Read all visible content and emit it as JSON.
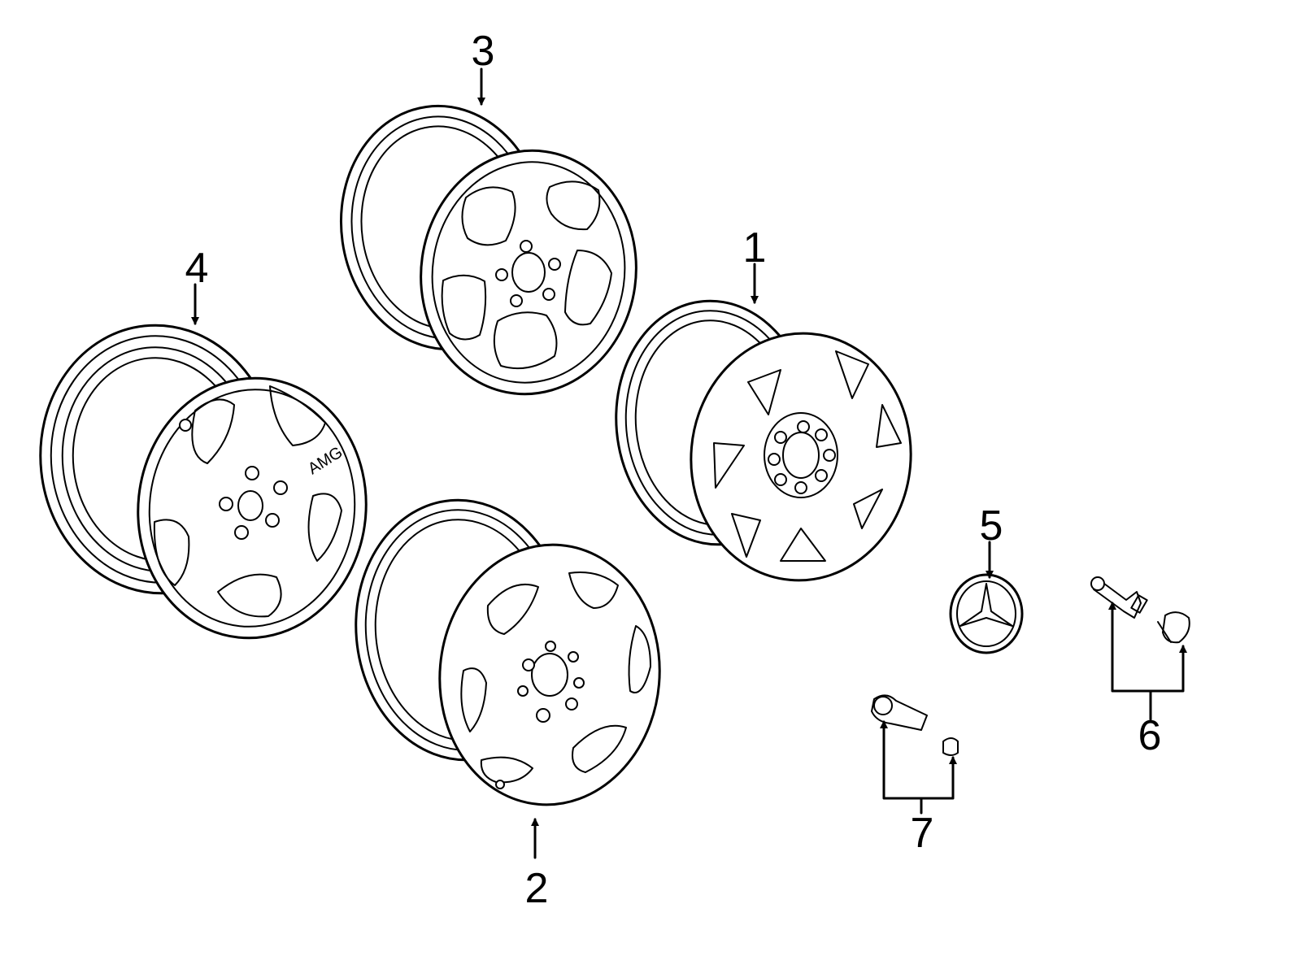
{
  "callouts": {
    "c1": "1",
    "c2": "2",
    "c3": "3",
    "c4": "4",
    "c5": "5",
    "c6": "6",
    "c7": "7"
  },
  "wheel4_text": "AMG"
}
